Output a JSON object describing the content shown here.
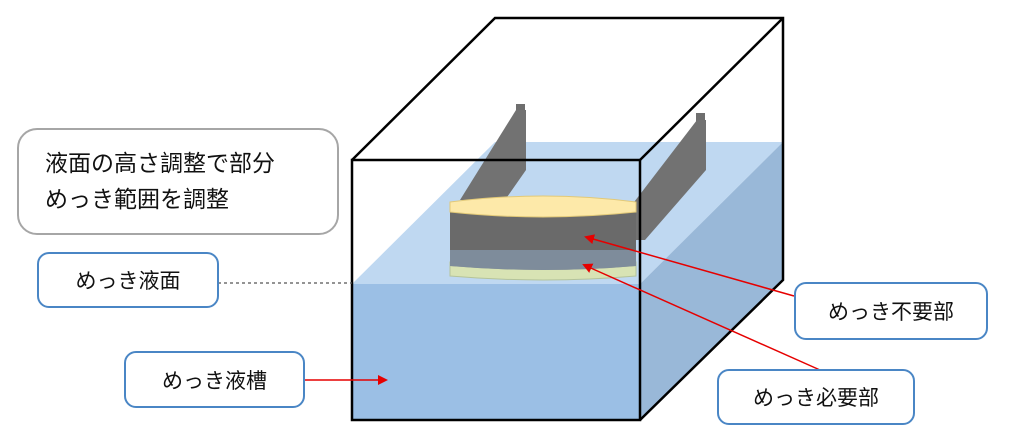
{
  "callouts": {
    "adjust_note": [
      "液面の高さ調整で部分",
      "めっき範囲を調整"
    ],
    "plating_surface": "めっき液面",
    "plating_tank": "めっき液槽",
    "unnecessary_part": "めっき不要部",
    "necessary_part": "めっき必要部"
  },
  "colors": {
    "liquid_front": "#9bbfe5",
    "liquid_side": "#8eb0d4",
    "liquid_top": "#b4d1ee",
    "holder": "#6e6e6e",
    "disk_top": "#fde9a9",
    "disk_band": "#6a6a6a",
    "callout_border_blue": "#4a86c5",
    "callout_border_gray": "#a6a6a6",
    "arrow": "#e60000"
  }
}
